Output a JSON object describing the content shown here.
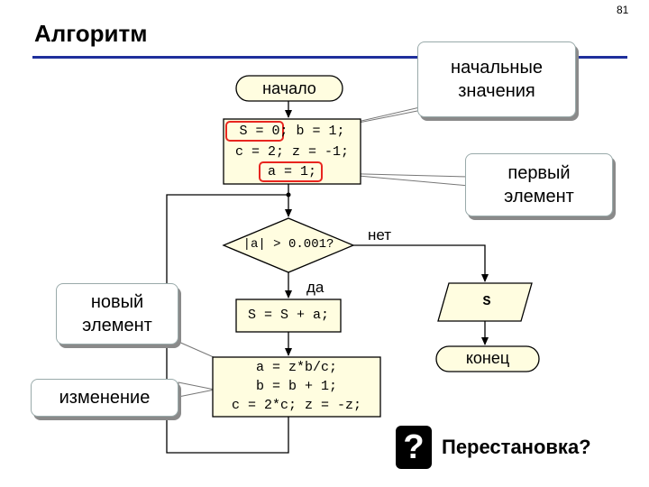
{
  "page_number": "81",
  "title": "Алгоритм",
  "nodes": {
    "start": "начало",
    "init_line1": "S = 0; b = 1;",
    "init_line2": "c = 2; z = -1;",
    "init_line3": "a = 1;",
    "condition": "|a| > 0.001?",
    "yes_label": "да",
    "no_label": "нет",
    "sum": "S = S + a;",
    "update_line1": "a = z*b/c;",
    "update_line2": "b = b + 1;",
    "update_line3": "c = 2*c; z = -z;",
    "output": "S",
    "end": "конец"
  },
  "callouts": {
    "initial_values_1": "начальные",
    "initial_values_2": "значения",
    "first_element_1": "первый",
    "first_element_2": "элемент",
    "new_element_1": "новый",
    "new_element_2": "элемент",
    "change": "изменение"
  },
  "question": {
    "mark": "?",
    "text": "Перестановка?"
  },
  "colors": {
    "block_fill": "#fffde0",
    "highlight": "#e8251f",
    "rule": "#1f2f9c"
  }
}
